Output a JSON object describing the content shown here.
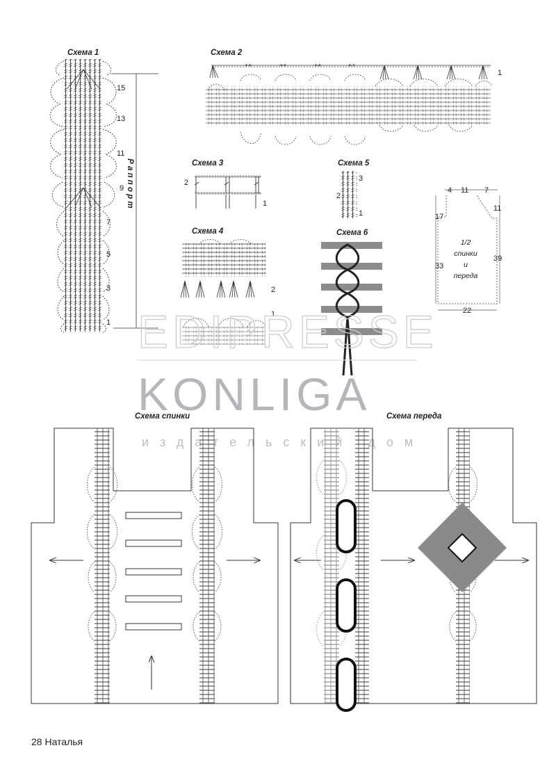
{
  "schemes": {
    "s1": {
      "title": "Схема 1",
      "rows": [
        "15",
        "13",
        "11",
        "9",
        "7",
        "5",
        "3",
        "1"
      ],
      "rapport": "Р а п п о р т"
    },
    "s2": {
      "title": "Схема 2",
      "rows": [
        "1"
      ]
    },
    "s3": {
      "title": "Схема 3",
      "rows": [
        "2",
        "1"
      ]
    },
    "s4": {
      "title": "Схема 4",
      "rows": [
        "2",
        "1"
      ]
    },
    "s5": {
      "title": "Схема 5",
      "rows": [
        "3",
        "2",
        "1"
      ]
    },
    "s6": {
      "title": "Схема 6"
    }
  },
  "pattern_piece": {
    "dims": {
      "top_left": "4",
      "top_mid": "11",
      "top_right": "7",
      "left_upper": "17",
      "right_upper": "11",
      "left_lower": "33",
      "right_full": "39",
      "bottom": "22"
    },
    "label_lines": [
      "1/2",
      "спинки",
      "и",
      "переда"
    ]
  },
  "watermark": {
    "line1": "EDIPRESSE",
    "line2": "KONLIGA",
    "line3": "издательский дом"
  },
  "panels": {
    "back_title": "Схема спинки",
    "front_title": "Схема переда"
  },
  "footer": {
    "text": "28 Наталья"
  },
  "colors": {
    "ink": "#222222",
    "grey_bar": "#8a8a8a",
    "light_grey": "#bbbbbb",
    "watermark": "#c8cdd2"
  }
}
